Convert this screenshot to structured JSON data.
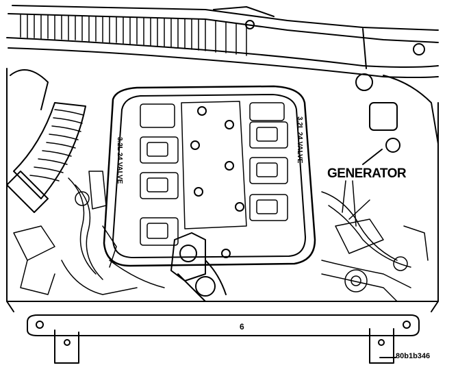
{
  "callouts": {
    "generator": "GENERATOR",
    "six": "6"
  },
  "cover_text": {
    "left": "3.2L 24 VALVE",
    "right": "3.2L 24 VALVE"
  },
  "figure_id": "80b1b346",
  "colors": {
    "ink": "#000000",
    "paper": "#ffffff"
  }
}
